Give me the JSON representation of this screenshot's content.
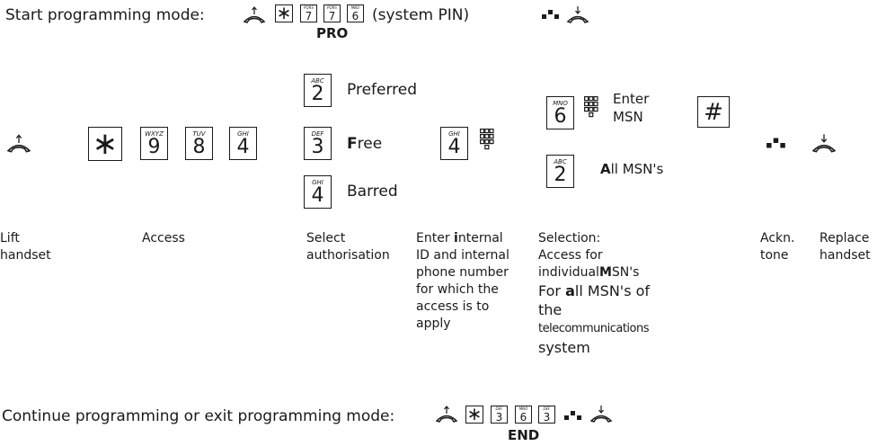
{
  "start_line": {
    "label": "Start programming mode:",
    "system_pin": "(system PIN)",
    "code_label": "PRO"
  },
  "exit_line": {
    "label": "Continue programming or exit programming mode:",
    "code_label": "END"
  },
  "keys": {
    "star": "∗",
    "hash": "#",
    "k2": {
      "letters": "ABC",
      "digit": "2"
    },
    "k3": {
      "letters": "DEF",
      "digit": "3"
    },
    "k4": {
      "letters": "GHI",
      "digit": "4"
    },
    "k6": {
      "letters": "MNO",
      "digit": "6"
    },
    "k7": {
      "letters": "PQRS",
      "digit": "7"
    },
    "k8": {
      "letters": "TUV",
      "digit": "8"
    },
    "k9": {
      "letters": "WXYZ",
      "digit": "9"
    }
  },
  "options": {
    "preferred": "Preferred",
    "free_first": "F",
    "free_rest": "ree",
    "barred": "Barred",
    "enter_msn": [
      "Enter",
      "MSN"
    ],
    "all_first": "A",
    "all_rest": "ll MSN's"
  },
  "descriptions": {
    "lift": [
      "Lift",
      "handset"
    ],
    "access": "Access",
    "select": [
      "Select",
      "authorisation"
    ],
    "enter_internal": {
      "pre": "Enter ",
      "bold": "i",
      "post": "nternal",
      "rest": [
        "ID and internal",
        "phone number",
        "for which the",
        "access is to",
        "apply"
      ]
    },
    "selection": {
      "line1": "Selection:",
      "line2": "Access for",
      "line3_pre": "individual",
      "line3_bold": "M",
      "line3_post": "SN's",
      "line4_pre": "For ",
      "line4_bold": "a",
      "line4_post": "ll MSN's of",
      "rest": [
        "the",
        "telecommunications",
        "system"
      ]
    },
    "ackn": [
      "Ackn.",
      "tone"
    ],
    "replace": [
      "Replace",
      "handset"
    ]
  },
  "icons": {
    "handset_lift": "handset-lift-icon",
    "handset_replace": "handset-replace-icon",
    "ack_tone": "acknowledgement-tone-icon",
    "keypad": "keypad-icon"
  }
}
